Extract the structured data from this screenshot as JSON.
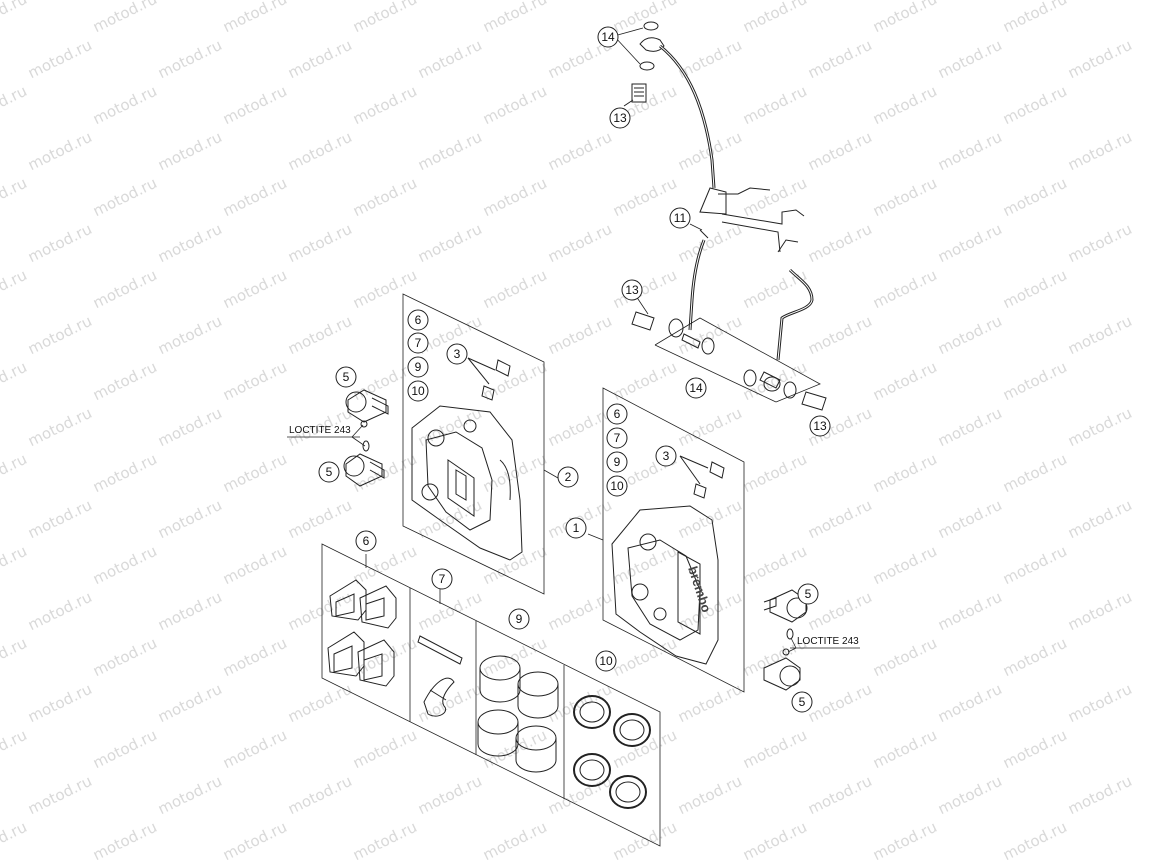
{
  "watermark": {
    "text": "motod.ru",
    "color": "#d9d9d9"
  },
  "callouts": {
    "c1": "1",
    "c2": "2",
    "c3": "3",
    "c5": "5",
    "c6": "6",
    "c7": "7",
    "c9": "9",
    "c10": "10",
    "c11": "11",
    "c13": "13",
    "c14": "14"
  },
  "loctite_label": "LOCTITE 243",
  "caliper_brand": "brembo"
}
